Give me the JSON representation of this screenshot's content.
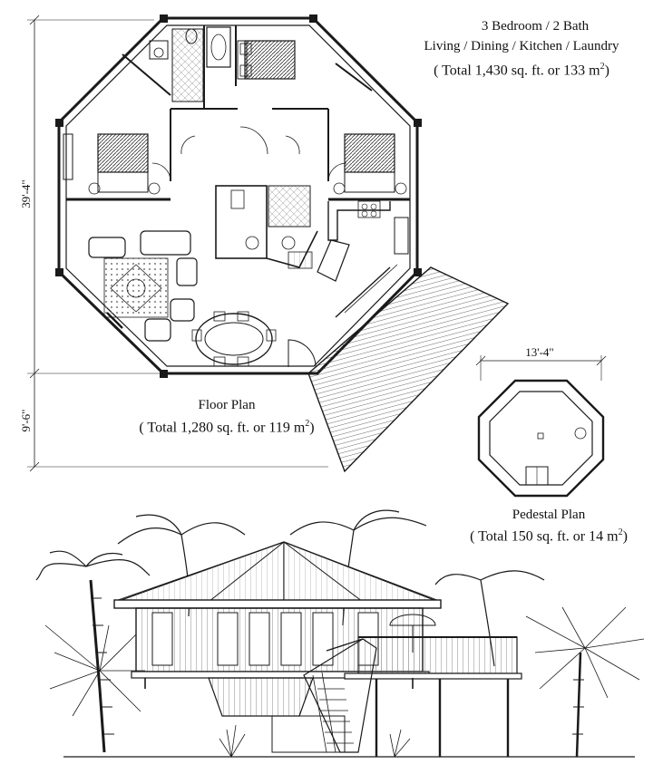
{
  "summary": {
    "line1": "3 Bedroom / 2 Bath",
    "line2": "Living / Dining / Kitchen / Laundry",
    "line3_prefix": "( Total 1,430 sq. ft. or 133 m",
    "line3_sup": "2",
    "line3_suffix": ")"
  },
  "floor_plan": {
    "title": "Floor Plan",
    "total_prefix": "( Total 1,280 sq. ft. or 119 m",
    "total_sup": "2",
    "total_suffix": ")",
    "dim_height": "39'-4\"",
    "dim_lower": "9'-6\""
  },
  "pedestal_plan": {
    "title": "Pedestal Plan",
    "total_prefix": "( Total 150 sq. ft. or 14 m",
    "total_sup": "2",
    "total_suffix": ")",
    "dim_width": "13'-4\""
  },
  "colors": {
    "line": "#1a1a1a",
    "hatch": "#555555",
    "background": "#ffffff"
  }
}
